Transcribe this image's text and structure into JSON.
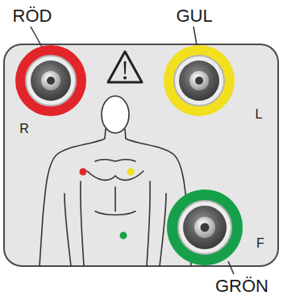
{
  "diagram": {
    "labels": [
      "RÖD",
      "GUL",
      "R",
      "L",
      "F",
      "GRÖN"
    ]
  }
}
